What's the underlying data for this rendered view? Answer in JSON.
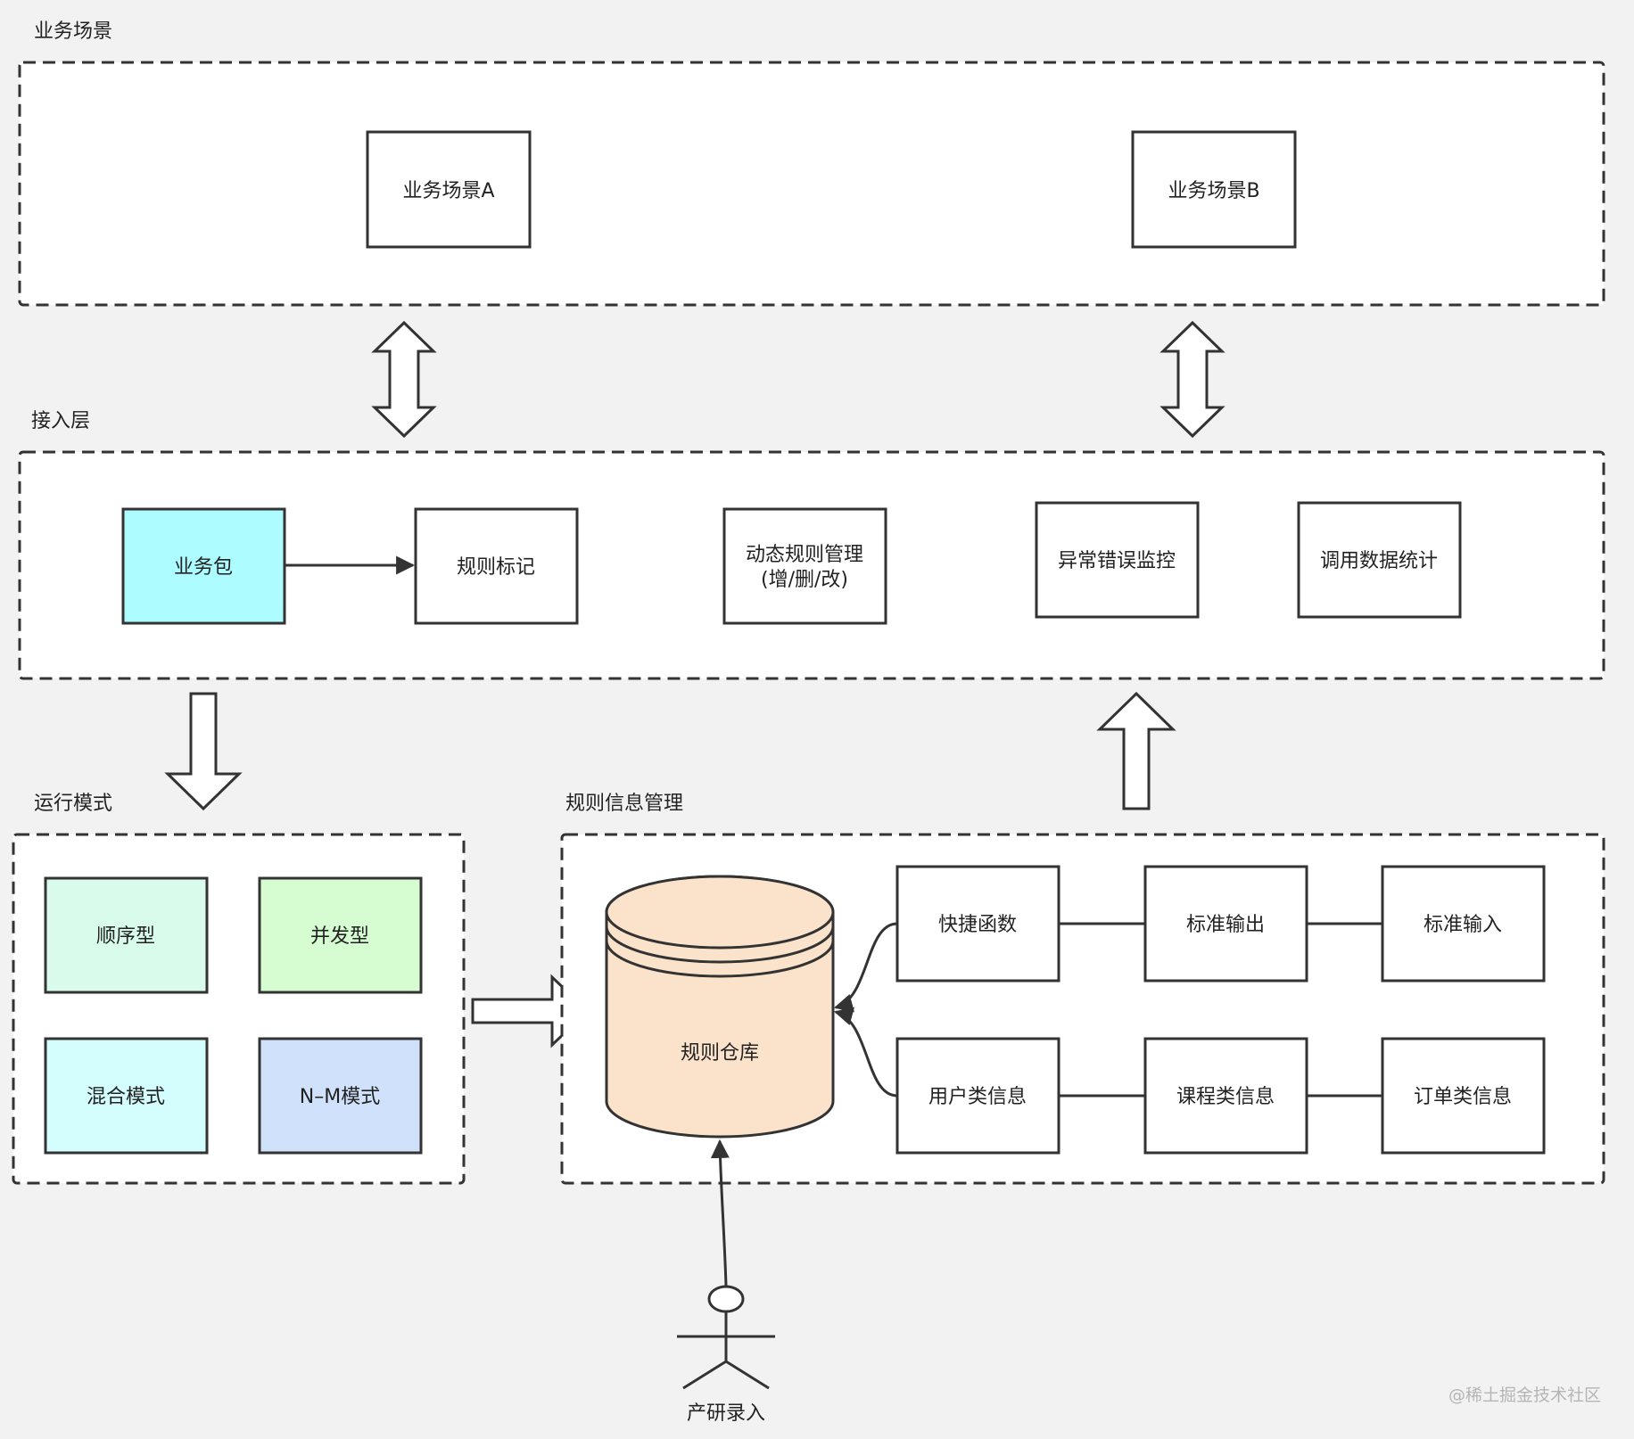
{
  "sections": {
    "business_scene": "业务场景",
    "access_layer": "接入层",
    "run_mode": "运行模式",
    "rule_info_mgmt": "规则信息管理"
  },
  "business_scene": {
    "scene_a": "业务场景A",
    "scene_b": "业务场景B"
  },
  "access_layer": {
    "business_package": "业务包",
    "rule_mark": "规则标记",
    "dynamic_rule_line1": "动态规则管理",
    "dynamic_rule_line2": "(增/删/改)",
    "error_monitor": "异常错误监控",
    "call_stats": "调用数据统计"
  },
  "run_mode": {
    "sequential": "顺序型",
    "concurrent": "并发型",
    "mixed": "混合模式",
    "n_m": "N–M模式"
  },
  "rule_info_mgmt": {
    "rule_repository": "规则仓库",
    "shortcut_function": "快捷函数",
    "standard_output": "标准输出",
    "standard_input": "标准输入",
    "user_info": "用户类信息",
    "course_info": "课程类信息",
    "order_info": "订单类信息"
  },
  "actor": {
    "label": "产研录入"
  },
  "watermark": "@稀土掘金技术社区",
  "colors": {
    "background": "#f2f2f2",
    "business_package": "#adfcff",
    "sequential": "#d8fbec",
    "concurrent": "#d6fcd2",
    "mixed": "#d4fdfd",
    "n_m": "#d0e2fb",
    "repository": "#fbe3cb"
  }
}
